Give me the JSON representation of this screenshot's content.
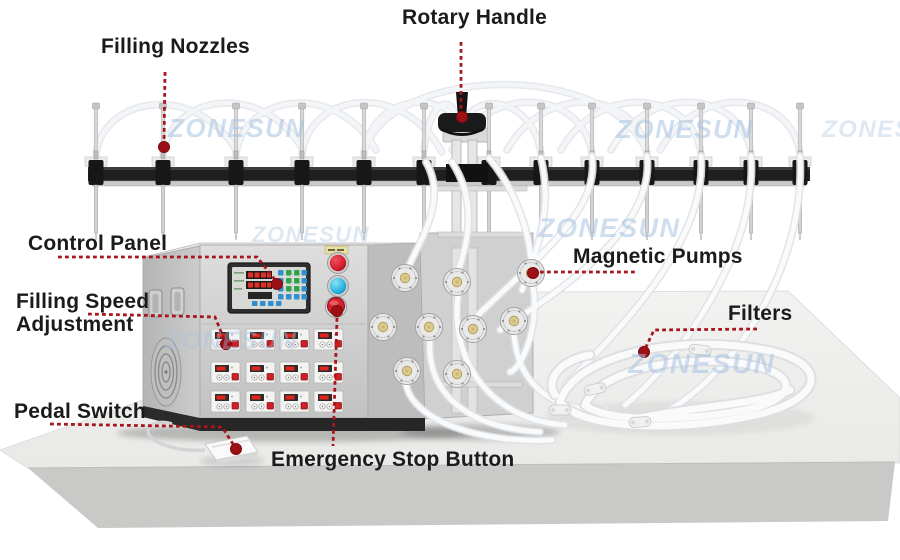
{
  "annotations": {
    "filling_nozzles": "Filling Nozzles",
    "rotary_handle": "Rotary Handle",
    "control_panel": "Control Panel",
    "filling_speed_line1": "Filling Speed",
    "filling_speed_line2": "Adjustment",
    "pedal_switch": "Pedal Switch",
    "emergency_stop_button": "Emergency Stop Button",
    "magnetic_pumps": "Magnetic Pumps",
    "filters": "Filters"
  },
  "watermark": {
    "text": "ZONESUN",
    "color": "#a9c4e2"
  },
  "figure": {
    "nozzle_count": 13,
    "speed_module_rows": 3,
    "speed_module_cols": 4,
    "pump_count": 9
  },
  "colors": {
    "leader_line": "#a8161d",
    "leader_dot": "#9c1016",
    "label_text": "#1b1b1b",
    "red_button": "#d21f2e",
    "cyan_button": "#2ab5e2",
    "keypad_blue": "#2f8fd0",
    "keypad_green": "#2fa24c",
    "module_button_red": "#cc2027",
    "machine_steel": "#d2d2d2",
    "nozzle_bar": "#1f1f1f",
    "table_front": "#c9c9c8"
  }
}
